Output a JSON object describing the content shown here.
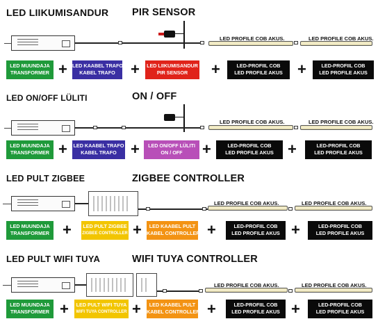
{
  "sections": [
    {
      "title_et": "LED LIIKUMISANDUR",
      "title_en": "PIR SENSOR",
      "strip_label": "LED PROFILE COB AKUS.",
      "boxes": [
        {
          "color": "green",
          "line1": "LED MUUNDAJA",
          "line2": "TRANSFORMER"
        },
        {
          "color": "blue",
          "line1": "LED KAABEL TRAFO",
          "line2": "KABEL TRAFO"
        },
        {
          "color": "red",
          "line1": "LED LIIKUMISANDUR",
          "line2": "PIR SENSOR"
        },
        {
          "color": "black",
          "line1": "LED-PROFIIL COB",
          "line2": "LED PROFILE AKUS"
        },
        {
          "color": "black",
          "line1": "LED-PROFIIL COB",
          "line2": "LED PROFILE AKUS"
        }
      ]
    },
    {
      "title_et": "LED ON/OFF LÜLITI",
      "title_en": "ON / OFF",
      "strip_label": "LED PROFILE COB AKUS.",
      "boxes": [
        {
          "color": "green",
          "line1": "LED MUUNDAJA",
          "line2": "TRANSFORMER"
        },
        {
          "color": "blue",
          "line1": "LED KAABEL TRAFO",
          "line2": "KABEL TRAFO"
        },
        {
          "color": "purple",
          "line1": "LED ON/OFF LÜLITI",
          "line2": "ON / OFF"
        },
        {
          "color": "black",
          "line1": "LED-PROFIIL COB",
          "line2": "LED PROFILE AKUS"
        },
        {
          "color": "black",
          "line1": "LED-PROFIIL COB",
          "line2": "LED PROFILE AKUS"
        }
      ]
    },
    {
      "title_et": "LED PULT ZIGBEE",
      "title_en": "ZIGBEE CONTROLLER",
      "strip_label": "LED PROFILE COB AKUS.",
      "boxes": [
        {
          "color": "green",
          "line1": "LED MUUNDAJA",
          "line2": "TRANSFORMER"
        },
        {
          "color": "yellow",
          "line1": "LED PULT ZIGBEE",
          "line2": "ZIGBEE CONTROLLER"
        },
        {
          "color": "orange",
          "line1": "LED KAABEL PULT",
          "line2": "KABEL CONTROLLER"
        },
        {
          "color": "black",
          "line1": "LED-PROFIIL COB",
          "line2": "LED PROFILE AKUS"
        },
        {
          "color": "black",
          "line1": "LED-PROFIIL COB",
          "line2": "LED PROFILE AKUS"
        }
      ]
    },
    {
      "title_et": "LED PULT WIFI TUYA",
      "title_en": "WIFI TUYA CONTROLLER",
      "strip_label": "LED PROFILE COB AKUS.",
      "boxes": [
        {
          "color": "green",
          "line1": "LED MUUNDAJA",
          "line2": "TRANSFORMER"
        },
        {
          "color": "yellow",
          "line1": "LED PULT WIFI TUYA",
          "line2": "WIFI TUYA CONTROLLER"
        },
        {
          "color": "orange",
          "line1": "LED KAABEL PULT",
          "line2": "KABEL CONTROLLER"
        },
        {
          "color": "black",
          "line1": "LED-PROFIIL COB",
          "line2": "LED PROFILE AKUS"
        },
        {
          "color": "black",
          "line1": "LED-PROFIIL COB",
          "line2": "LED PROFILE AKUS"
        }
      ]
    }
  ],
  "plus_sign": "+",
  "colors": {
    "green": "#1f9a3a",
    "blue": "#3a2fa3",
    "red": "#e0231a",
    "purple": "#b84fb8",
    "black": "#0a0a0a",
    "yellow": "#f2c500",
    "orange": "#f39313"
  }
}
